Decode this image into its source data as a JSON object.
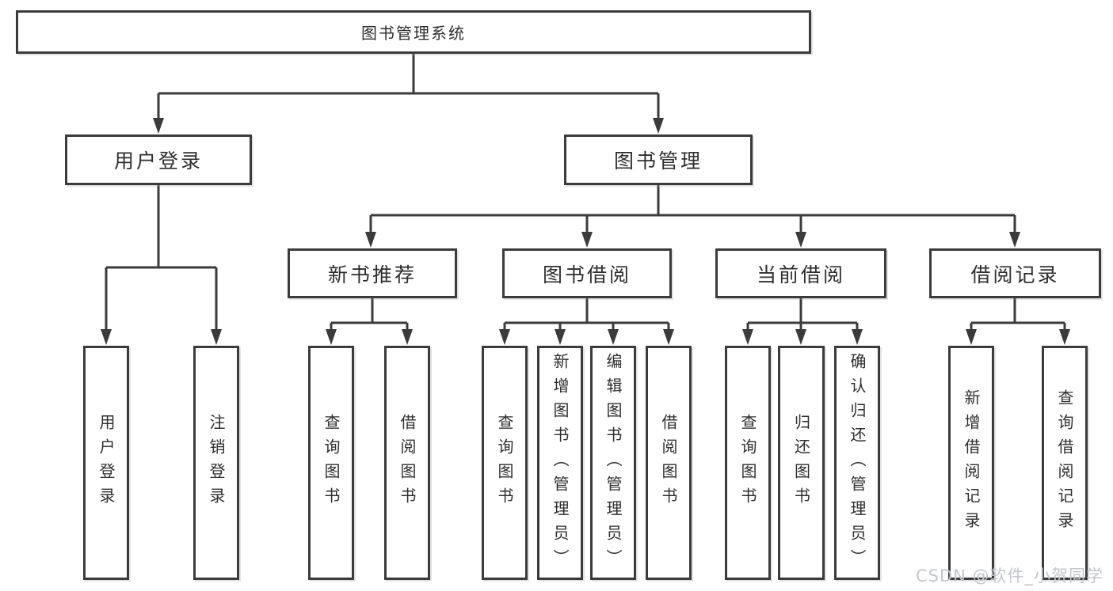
{
  "tree": {
    "root": {
      "label": "图书管理系统"
    },
    "branches": [
      {
        "label": "用户登录",
        "children": [
          {
            "label": "用户登录"
          },
          {
            "label": "注销登录"
          }
        ]
      },
      {
        "label": "图书管理",
        "children": [
          {
            "label": "新书推荐",
            "children": [
              {
                "label": "查询图书"
              },
              {
                "label": "借阅图书"
              }
            ]
          },
          {
            "label": "图书借阅",
            "children": [
              {
                "label": "查询图书"
              },
              {
                "label": "新增图书（管理员）"
              },
              {
                "label": "编辑图书（管理员）"
              },
              {
                "label": "借阅图书"
              }
            ]
          },
          {
            "label": "当前借阅",
            "children": [
              {
                "label": "查询图书"
              },
              {
                "label": "归还图书"
              },
              {
                "label": "确认归还（管理员）"
              }
            ]
          },
          {
            "label": "借阅记录",
            "children": [
              {
                "label": "新增借阅记录"
              },
              {
                "label": "查询借阅记录"
              }
            ]
          }
        ]
      }
    ]
  },
  "watermark": {
    "text": "CSDN @软件_小贺同学"
  },
  "colors": {
    "line": "#3b3b3b",
    "text": "#2e2e2e",
    "watermark": "#c3c6cb",
    "background": "#ffffff"
  }
}
